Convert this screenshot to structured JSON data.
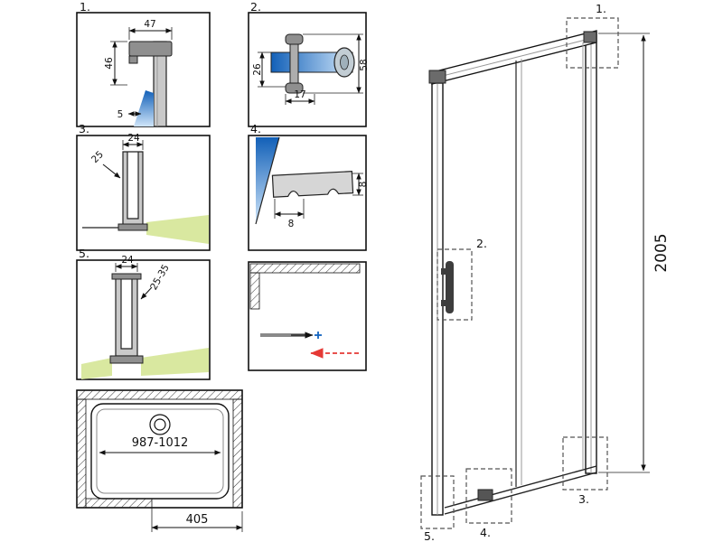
{
  "drawing": {
    "background": "#ffffff",
    "line_color": "#111111",
    "glass_dark": "#1260b8",
    "glass_light": "#cfe5f9",
    "floor_color": "#d9e8a0",
    "arrow_color": "#e53935",
    "accent_blue": "#1565c0"
  },
  "details": {
    "d1": {
      "label": "1.",
      "dim_top": "47",
      "dim_left": "46",
      "dim_bottom": "5"
    },
    "d2": {
      "label": "2.",
      "dim_left": "26",
      "dim_bottom": "17",
      "dim_right": "58"
    },
    "d3": {
      "label": "3.",
      "dim_diag": "25",
      "dim_top": "24"
    },
    "d4": {
      "label": "4.",
      "dim_right": "8",
      "dim_bottom": "8"
    },
    "d5": {
      "label": "5.",
      "dim_top": "24",
      "dim_diag": "25-35"
    },
    "tray": {
      "dim_width": "987-1012",
      "dim_opening": "405"
    }
  },
  "elevation": {
    "dim_height": "2005",
    "callouts": {
      "c1": "1.",
      "c2": "2.",
      "c3": "3.",
      "c4": "4.",
      "c5": "5."
    }
  }
}
